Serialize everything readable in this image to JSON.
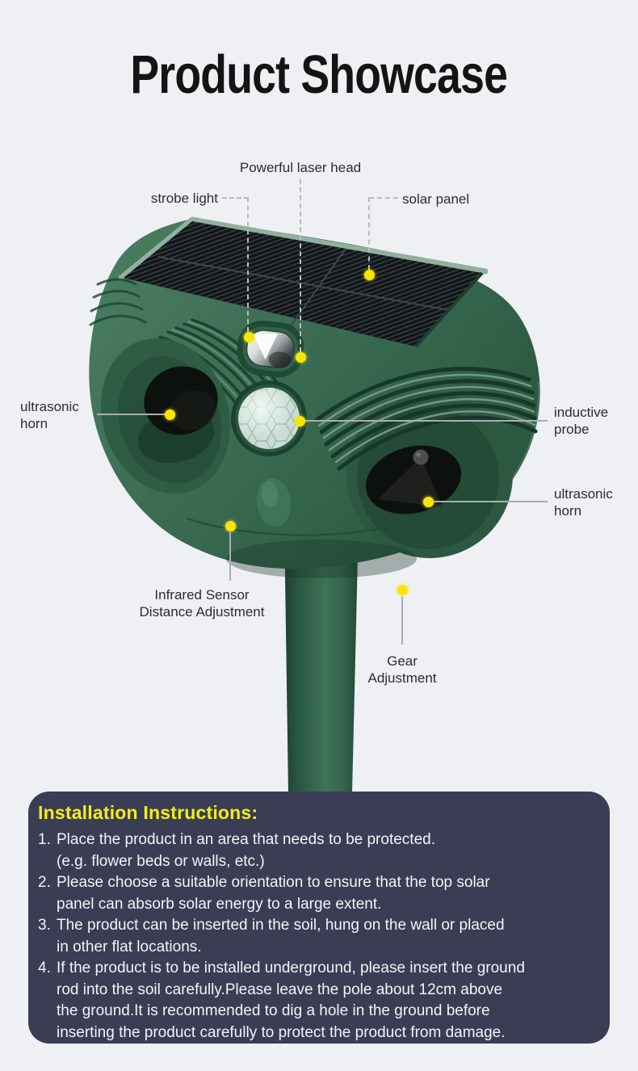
{
  "page": {
    "title": "Product Showcase"
  },
  "colors": {
    "background": "#eef0f3",
    "device_green": "#386850",
    "solar_panel_dark": "#121619",
    "dot_yellow": "#f8e602",
    "leader_line_gray": "#a9aeb3",
    "label_text": "#2d2d2d",
    "instructions_bg": "#3a3d54",
    "instructions_title_yellow": "#f2ef16",
    "instructions_text": "#f3f4f6"
  },
  "callouts": {
    "laser": {
      "label": "Powerful laser head"
    },
    "strobe": {
      "label": "strobe light"
    },
    "solar": {
      "label": "solar panel"
    },
    "horn_left": {
      "label": "ultrasonic\nhorn"
    },
    "probe": {
      "label": "inductive\nprobe"
    },
    "horn_right": {
      "label": "ultrasonic\nhorn"
    },
    "infrared": {
      "label": "Infrared Sensor\nDistance Adjustment"
    },
    "gear": {
      "label": "Gear\nAdjustment"
    }
  },
  "instructions": {
    "title": "Installation Instructions:",
    "items": [
      {
        "num": "1.",
        "text": "Place the product in an area that needs to be protected.\n(e.g. flower beds or walls, etc.)"
      },
      {
        "num": "2.",
        "text": "Please choose a suitable orientation to ensure that the top solar\npanel can absorb solar energy to a large extent."
      },
      {
        "num": "3.",
        "text": "The product can be inserted in the soil, hung on the wall or placed\nin other flat locations."
      },
      {
        "num": "4.",
        "text": "If the product is to be installed underground, please insert the ground\nrod into the soil carefully.Please leave the pole about 12cm above\nthe ground.It is recommended to dig a hole in the ground before\ninserting the product carefully to protect the product from damage."
      }
    ]
  }
}
